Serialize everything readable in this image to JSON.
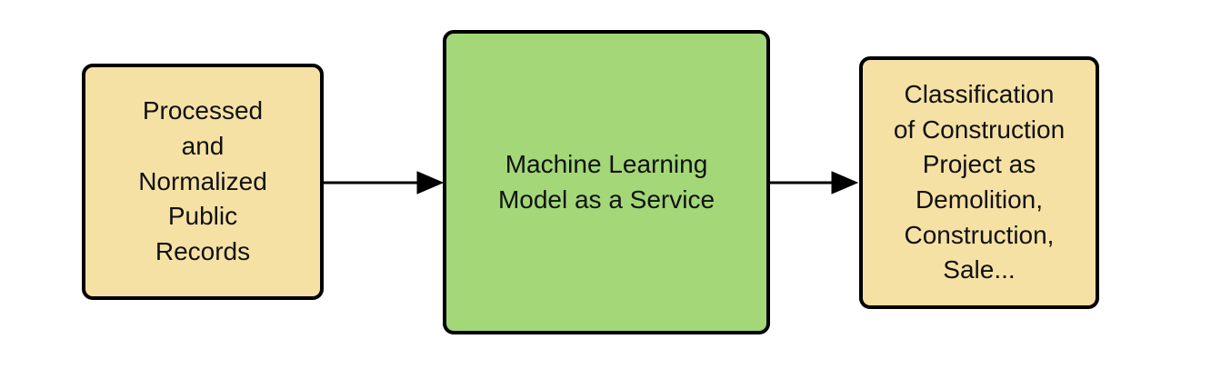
{
  "diagram": {
    "title": "Machine learning classification pipeline flow diagram",
    "background_color": "#ffffff",
    "stroke_color": "#000000",
    "nodes": [
      {
        "id": "input",
        "shape": "rounded-rectangle",
        "fill": "#f6e1a5",
        "label": "Processed\nand\nNormalized\nPublic\nRecords"
      },
      {
        "id": "model",
        "shape": "rounded-rectangle",
        "fill": "#a3d778",
        "label": "Machine Learning\nModel as a Service"
      },
      {
        "id": "output",
        "shape": "rounded-rectangle",
        "fill": "#f6e1a5",
        "label": "Classification\nof Construction\nProject as\nDemolition,\nConstruction,\nSale..."
      }
    ],
    "connectors": [
      {
        "from": "input",
        "to": "model",
        "style": "solid-line-filled-arrowhead",
        "direction": "right"
      },
      {
        "from": "model",
        "to": "output",
        "style": "solid-line-filled-arrowhead",
        "direction": "right"
      }
    ]
  }
}
